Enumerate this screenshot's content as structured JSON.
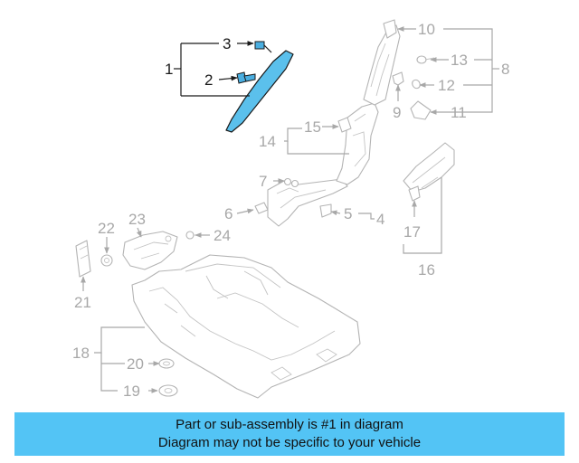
{
  "callouts": {
    "c1": "1",
    "c2": "2",
    "c3": "3",
    "c4": "4",
    "c5": "5",
    "c6": "6",
    "c7": "7",
    "c8": "8",
    "c9": "9",
    "c10": "10",
    "c11": "11",
    "c12": "12",
    "c13": "13",
    "c14": "14",
    "c15": "15",
    "c16": "16",
    "c17": "17",
    "c18": "18",
    "c19": "19",
    "c20": "20",
    "c21": "21",
    "c22": "22",
    "c23": "23",
    "c24": "24"
  },
  "highlight": {
    "part": "1",
    "color": "#5bc0ec"
  },
  "banner": {
    "line1": "Part or sub-assembly is #1 in diagram",
    "line2": "Diagram may not be specific to your vehicle",
    "color": "#53c4f5"
  }
}
